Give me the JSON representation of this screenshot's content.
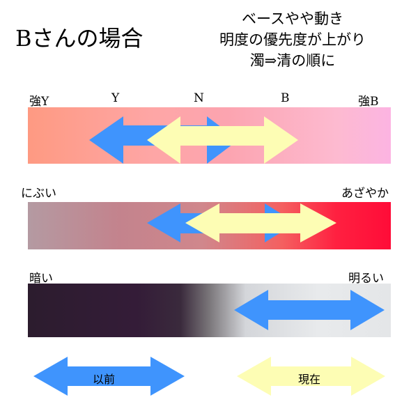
{
  "title": "Bさんの場合",
  "subtitle": [
    "ベースやや動き",
    "明度の優先度が上がり",
    "濁⇒清の順に"
  ],
  "hue_scale": {
    "labels": [
      "強Y",
      "Y",
      "N",
      "B",
      "強B"
    ]
  },
  "chroma_scale": {
    "left": "にぶい",
    "right": "あざやか"
  },
  "value_scale": {
    "left": "暗い",
    "right": "明るい"
  },
  "legend": {
    "before": "以前",
    "current": "現在"
  },
  "colors": {
    "before": "#3f94fd",
    "current": "#fdfdb4"
  }
}
